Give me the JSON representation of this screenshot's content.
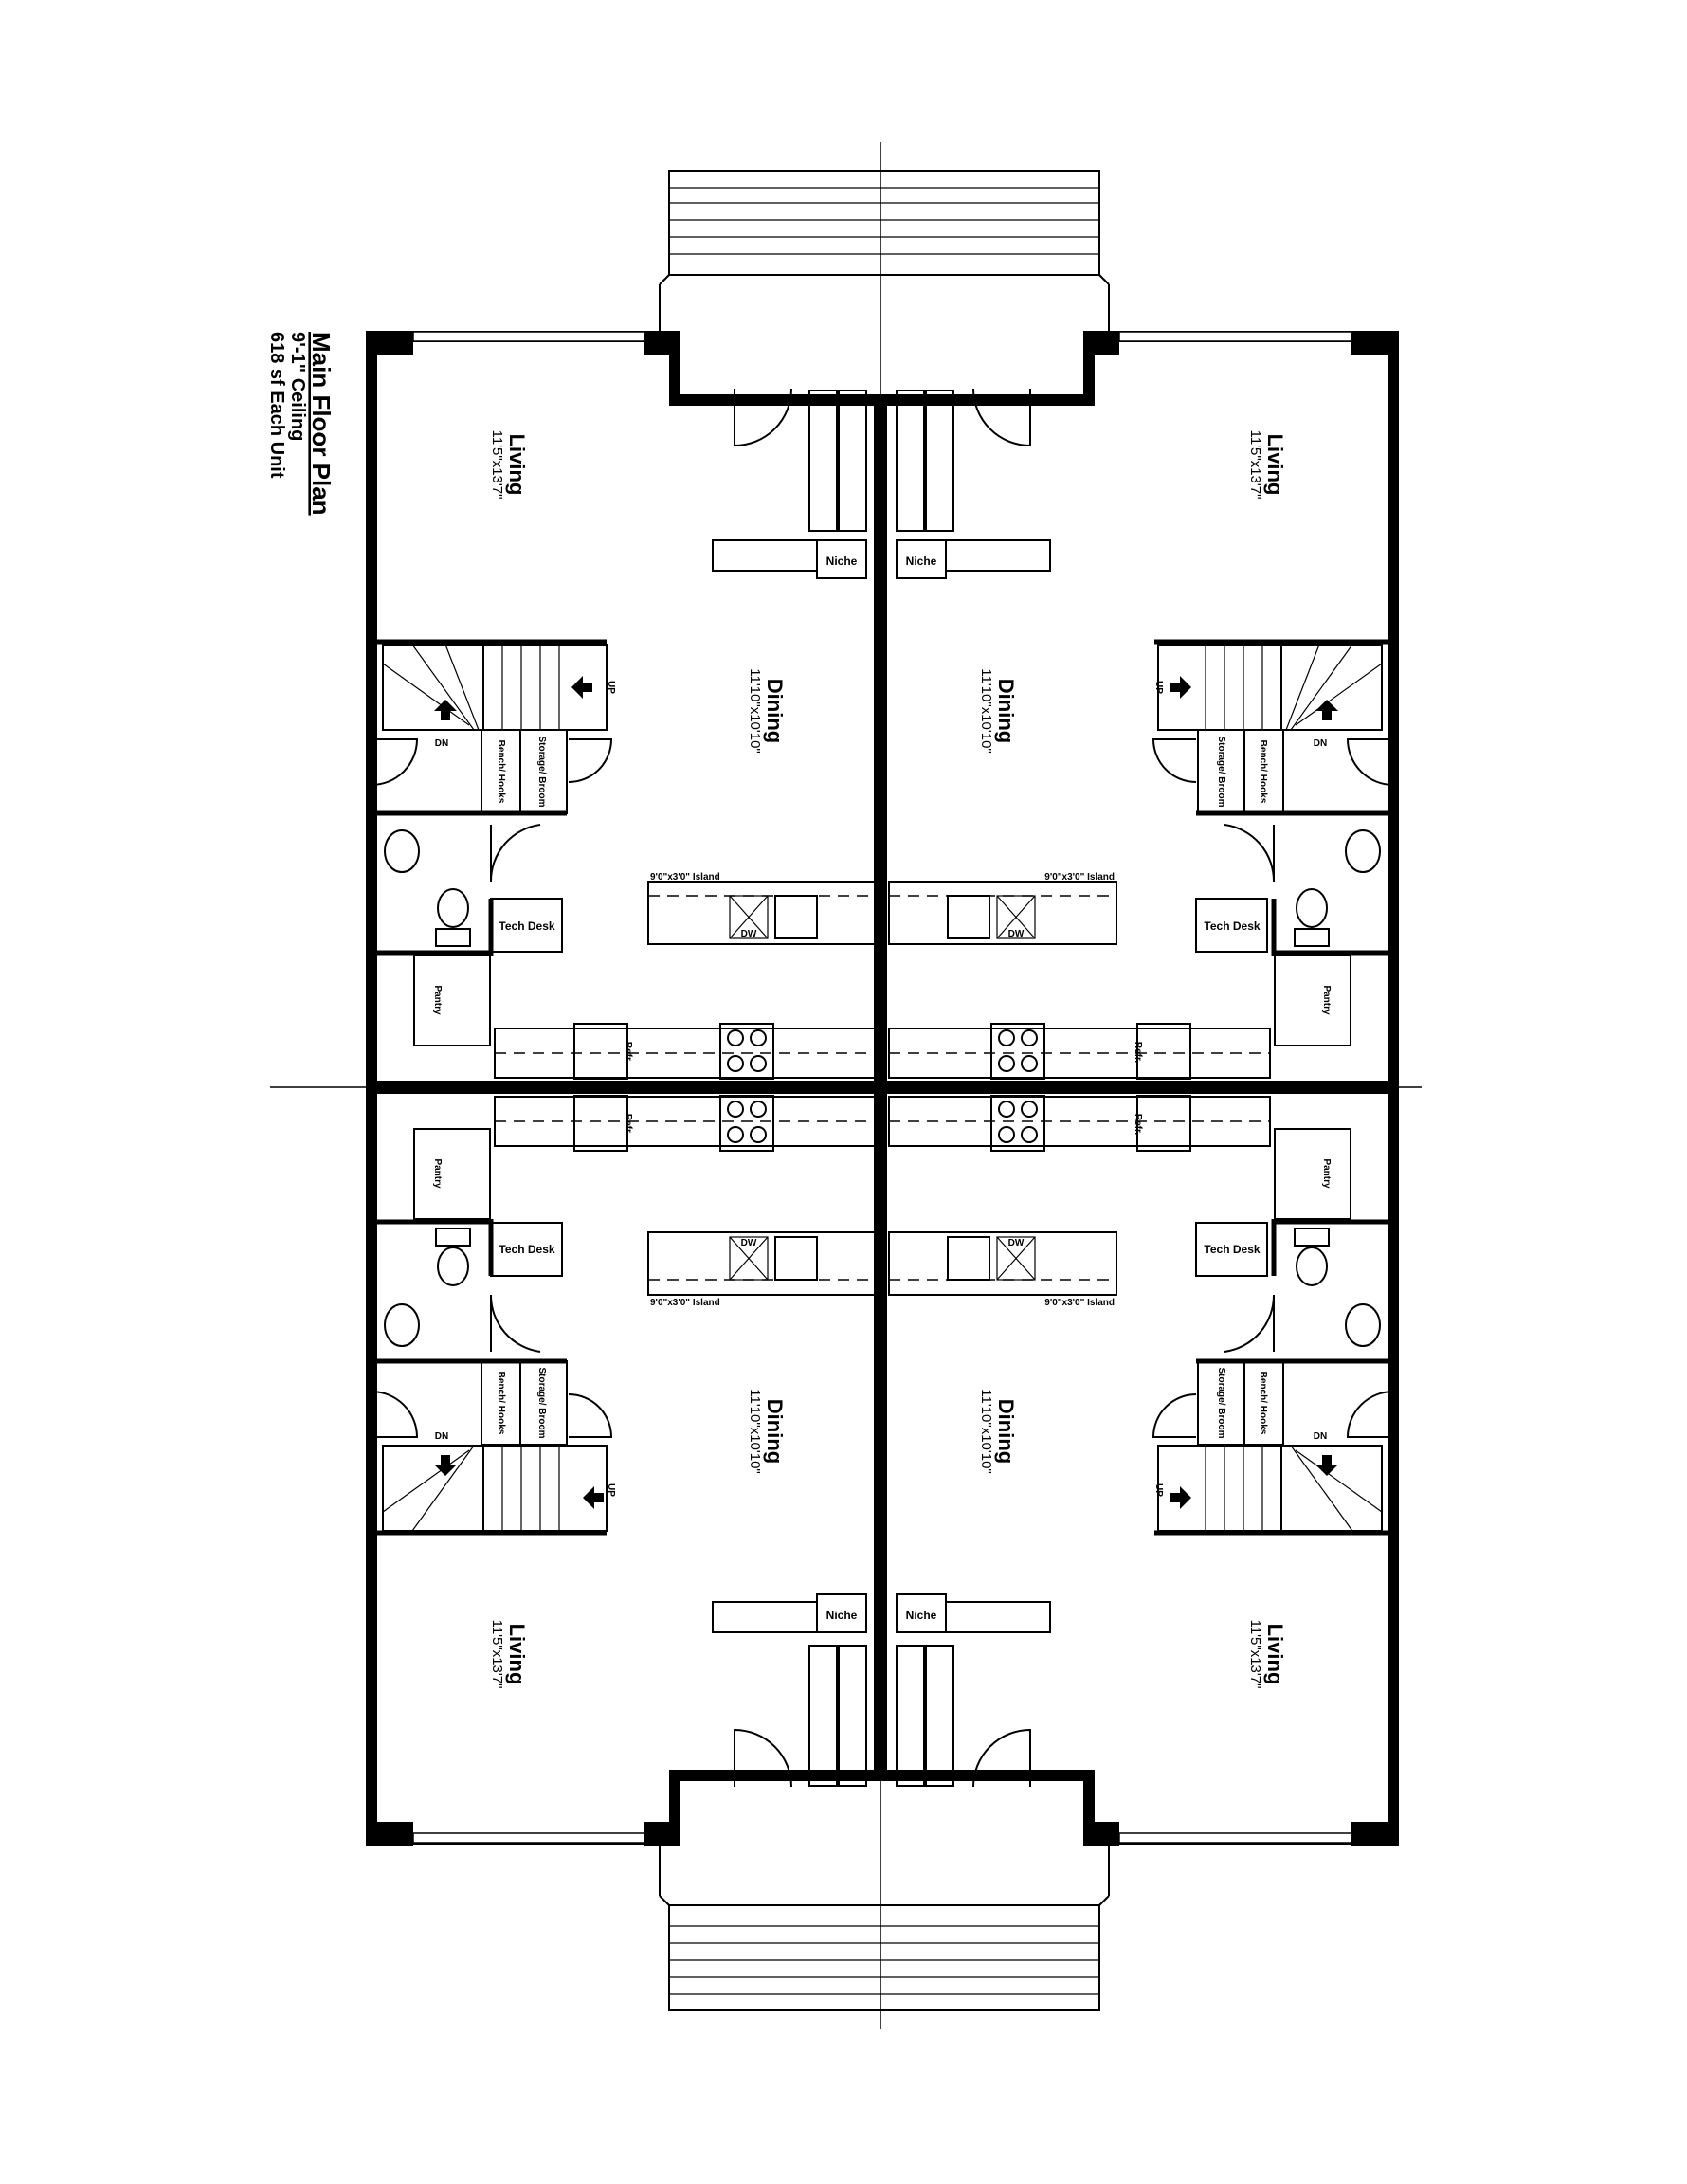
{
  "title": {
    "line1": "Main Floor Plan",
    "line2": "9'-1\" Ceiling",
    "line3": "618 sf Each Unit"
  },
  "rooms": {
    "living": "Living",
    "living_dim": "11'5\"x13'7\"",
    "dining": "Dining",
    "dining_dim": "11'10\"x10'10\"",
    "niche": "Niche",
    "tech_desk": "Tech Desk",
    "pantry": "Pantry",
    "bench": "Bench/ Hooks",
    "storage": "Storage/ Broom",
    "island": "9'0\"x3'0\" Island",
    "dw": "DW",
    "refr": "Refr.",
    "up": "UP",
    "dn": "DN"
  }
}
